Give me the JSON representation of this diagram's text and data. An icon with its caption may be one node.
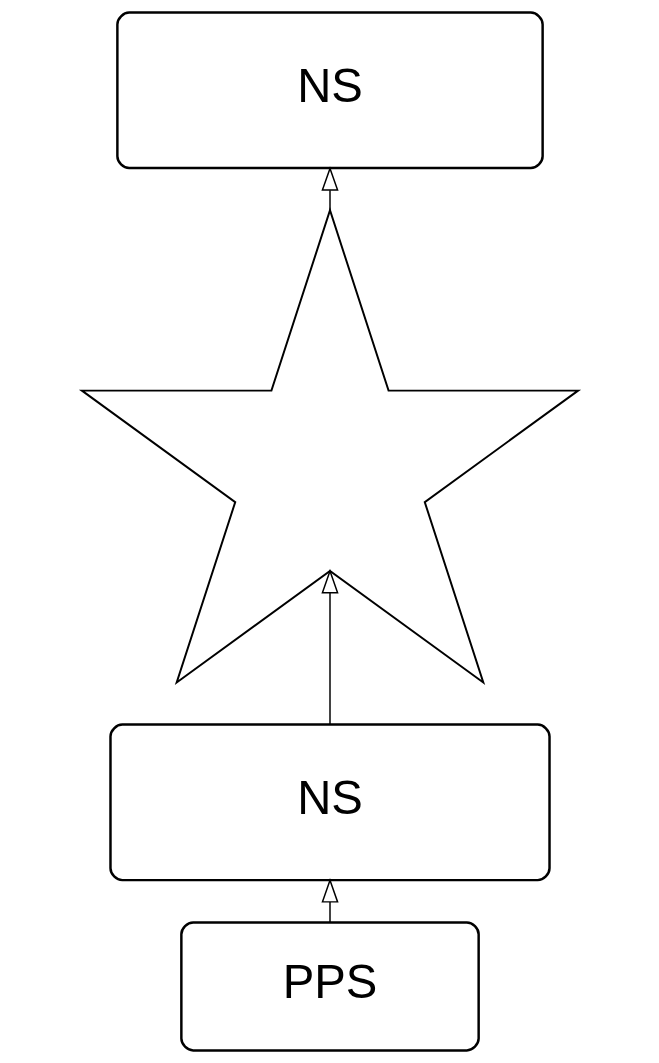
{
  "diagram": {
    "nodes": [
      {
        "text": [
          "NS"
        ]
      },
      {
        "text": [],
        "shape": "star"
      },
      {
        "text": [
          "NS"
        ]
      },
      {
        "text": [
          "PPS"
        ]
      }
    ],
    "edges": [
      {
        "from": 3,
        "to": 2,
        "arrow": "to"
      },
      {
        "from": 2,
        "to": 1,
        "arrow": "to"
      },
      {
        "from": 1,
        "to": 0,
        "arrow": "to"
      }
    ]
  }
}
